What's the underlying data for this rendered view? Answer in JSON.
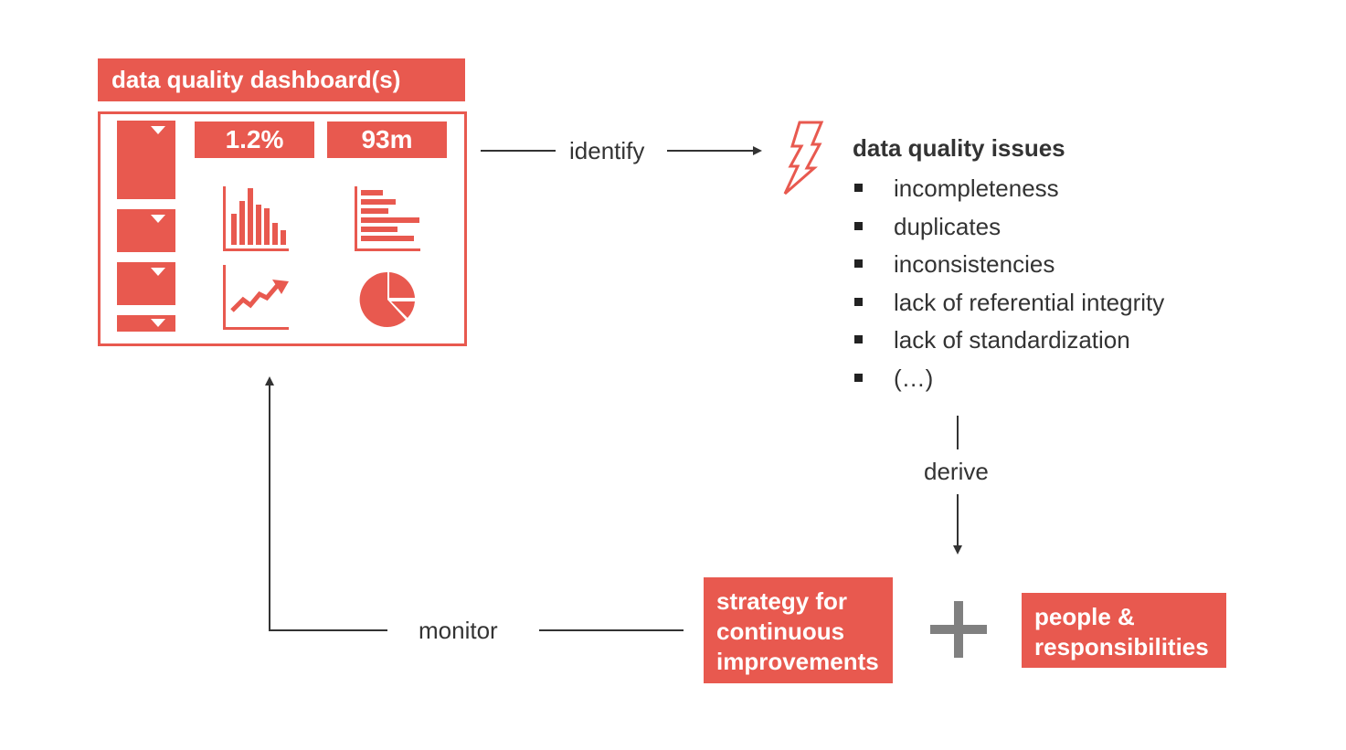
{
  "dashboard": {
    "title": "data quality dashboard(s)",
    "kpis": [
      "1.2%",
      "93m"
    ],
    "dropdown_count": 4,
    "chart_icons": [
      "bar-chart-icon",
      "horizontal-bar-chart-icon",
      "line-chart-icon",
      "pie-chart-icon"
    ]
  },
  "arrows": {
    "identify": "identify",
    "derive": "derive",
    "monitor": "monitor"
  },
  "issues": {
    "icon": "lightning-icon",
    "title": "data quality issues",
    "items": [
      "incompleteness",
      "duplicates",
      "inconsistencies",
      "lack of referential integrity",
      "lack of standardization",
      "(…)"
    ]
  },
  "actions": {
    "strategy": [
      "strategy for",
      "continuous",
      "improvements"
    ],
    "plus_icon": "plus-icon",
    "people": [
      "people &",
      "responsibilities"
    ]
  },
  "colors": {
    "accent": "#e8594f",
    "text": "#333333",
    "plus": "#808080"
  }
}
